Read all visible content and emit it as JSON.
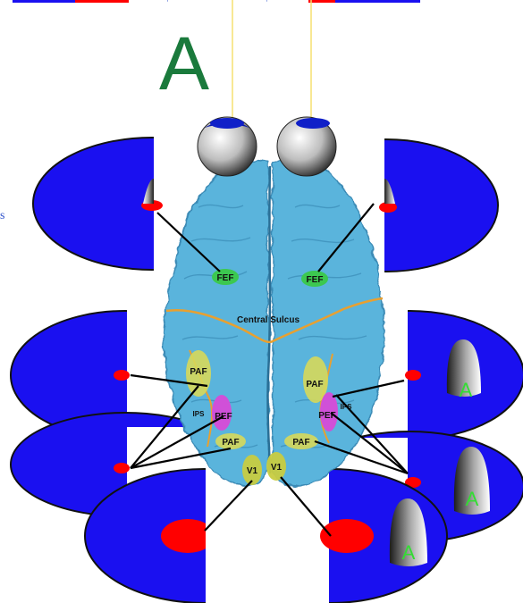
{
  "stimulus": {
    "letter": "A",
    "letter_color": "#1a7a3c"
  },
  "brain": {
    "color": "#5ab4dc",
    "sulcus_color": "#e8a030",
    "central_sulcus_label": "Central Sulcus",
    "regions": {
      "fef_left": "FEF",
      "fef_right": "FEF",
      "paf_left_upper": "PAF",
      "paf_right_upper": "PAF",
      "ips_left": "IPS",
      "ips_right": "IPS",
      "pef_left": "PEF",
      "pef_right": "PEF",
      "paf_left_lower": "PAF",
      "paf_right_lower": "PAF",
      "v1_left": "V1",
      "v1_right": "V1"
    }
  },
  "cone_labels": [
    "A",
    "A",
    "A"
  ],
  "edge_fragment": "s",
  "colors": {
    "disc": "#1a10f0",
    "disc_edge": "#111111",
    "fovea": "#ff0000",
    "fef_region": "#3cc850",
    "paf_region": "#d6d85a",
    "pef_region": "#d050d8",
    "v1_region": "#c8cc40",
    "cone_text": "#33dd33"
  }
}
